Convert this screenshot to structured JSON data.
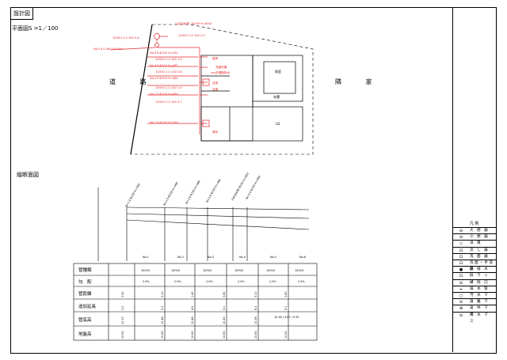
{
  "header": {
    "title": "設計図",
    "scale": "平面図S =1／100"
  },
  "plan": {
    "road_label": "道 路",
    "neighbor_label": "隣 家",
    "red_labels": [
      "公共汚水桝（Φ150 H=650）",
      "100VU 2.0 100 2.0",
      "100VU 2.0 100 0.8",
      "No.5 Ⅱ 0.0Φ1 H=594",
      "No.4 Ⅱ Φ150 H=424",
      "100VU 2.0 100 1.4",
      "No.3 Ⅱ Φ150 H=482",
      "100VU 2.0 100 0.8",
      "No.2 Ⅱ Φ150 H=480",
      "100VU 2.0 100 1.4",
      "No.1 Ⅱ Φ150 H=490",
      "100VU 2.0 100 3.1",
      "No.1 Ⅱ Φ150 H=300"
    ],
    "fixtures": [
      "厨房",
      "洗面所兼",
      "洗濯機排水",
      "浴室",
      "浴室",
      "便所"
    ],
    "rooms": [
      "和室",
      "玄関",
      "LD"
    ]
  },
  "section": {
    "title": "縦断面図",
    "top_labels": [
      "No.1 Ⅱ Φ150 H=300",
      "No.2 Ⅱ Φ150 H=490",
      "No.3 Ⅱ Φ150 H=480",
      "No.4 Ⅱ Φ150 H=482",
      "公共汚水桝 Φ150 H=650",
      "No.5 Ⅱ Φ150 H=594"
    ],
    "nodes": [
      "No.1",
      "No.2",
      "No.3",
      "No.4",
      "No.5",
      "No.6"
    ],
    "row_headers": [
      "管種類",
      "勾　配",
      "管距離",
      "追加延長",
      "管底高",
      "地盤高"
    ],
    "pipe_type": [
      "100VU",
      "100VU",
      "100VU",
      "100VU",
      "100VU",
      "100VU"
    ],
    "slope": [
      "2.0%",
      "2.0%",
      "2.0%",
      "2.0%",
      "2.0%",
      "2.0%"
    ],
    "distance": [
      "0.90",
      "3.10",
      "1.40",
      "0.80",
      "3.10",
      "0.80"
    ],
    "cum_length": [
      "0.0",
      "3.1",
      "4.5",
      "5.1",
      "8.2",
      "9.1"
    ],
    "invert": [
      "10.10",
      "10.46",
      "10.46",
      "10.40",
      "10.38",
      "10.38 / 9.67 / 9.55"
    ],
    "ground": [
      "10.60",
      "10.60",
      "10.60",
      "10.60",
      "10.60",
      "10.60"
    ]
  },
  "legend": {
    "title": "凡 例",
    "items": [
      {
        "sym": "⊖",
        "label": "大 便 器"
      },
      {
        "sym": "⊖",
        "label": "小 便 器"
      },
      {
        "sym": "◇",
        "label": "洋 風"
      },
      {
        "sym": "⊡",
        "label": "流 し 器"
      },
      {
        "sym": "⊡",
        "label": "洗 面 器"
      },
      {
        "sym": "⊡",
        "label": "洗面・手洗器"
      },
      {
        "sym": "●",
        "label": "床 排 水 口"
      },
      {
        "sym": "⊡",
        "label": "ト ラ ッ プ"
      },
      {
        "sym": "⊖",
        "label": "掃 除 口"
      },
      {
        "sym": "━",
        "label": "排 水 管"
      },
      {
        "sym": "○",
        "label": "汚 水 マ ス"
      },
      {
        "sym": "⊖",
        "label": "分 離 マ ス"
      },
      {
        "sym": "⊕",
        "label": "公 共 マ ス"
      },
      {
        "sym": "⊖",
        "label": "雨 水 マ ス"
      }
    ]
  }
}
